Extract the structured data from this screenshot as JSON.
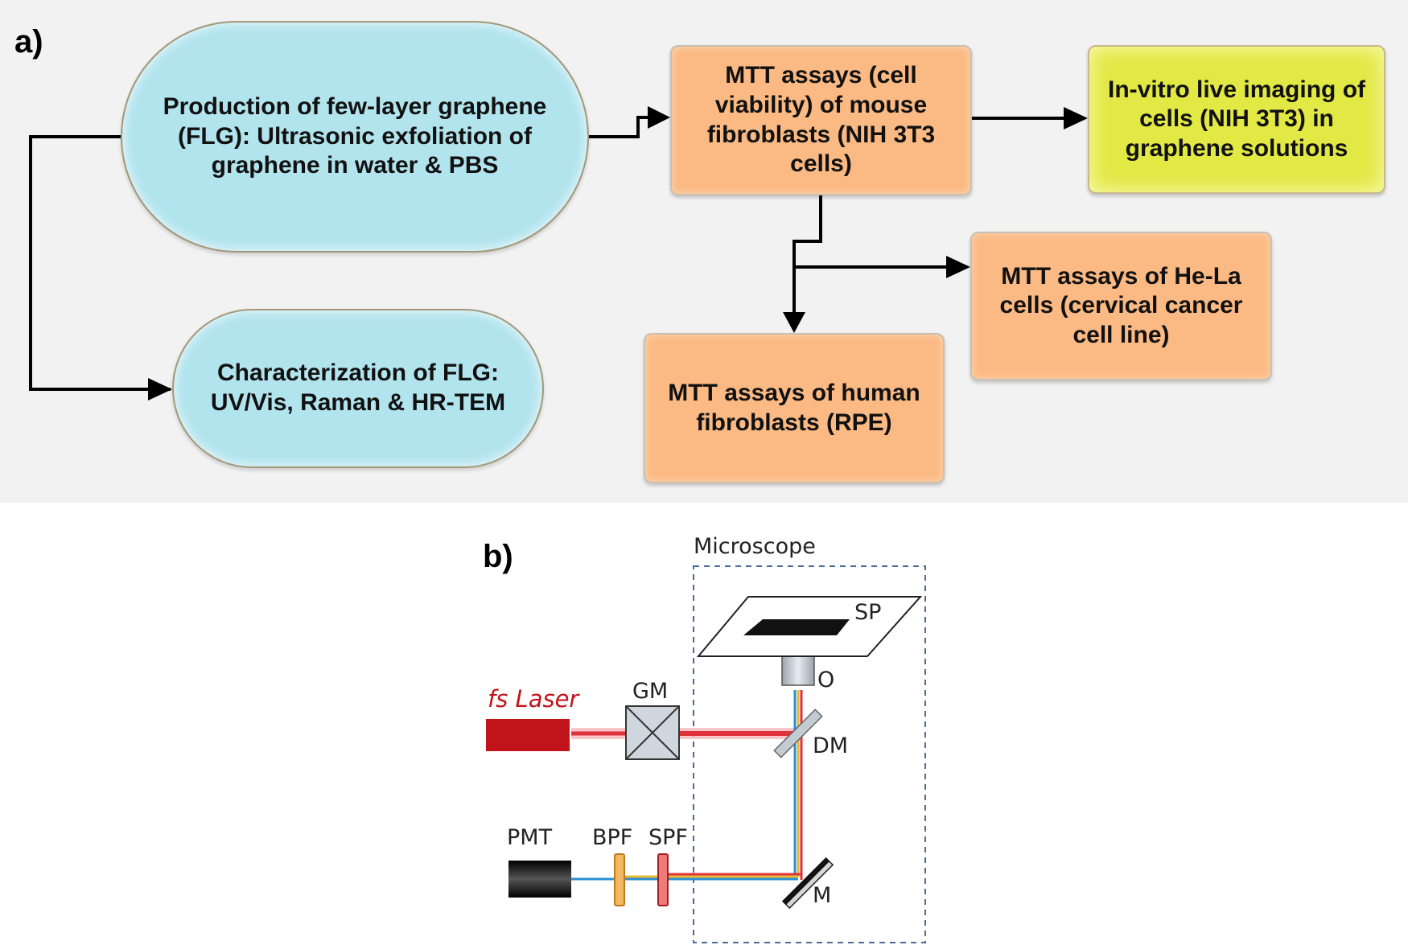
{
  "panel_a": {
    "label": "a)",
    "nodes": {
      "production": "Production of few-layer graphene (FLG): Ultrasonic exfoliation of graphene in water & PBS",
      "characterization": "Characterization of FLG: UV/Vis, Raman & HR-TEM",
      "mtt_mouse": "MTT assays (cell viability) of mouse fibroblasts (NIH 3T3 cells)",
      "live_imaging": "In-vitro live imaging of cells (NIH 3T3) in graphene solutions",
      "mtt_hela": "MTT assays of He-La cells (cervical cancer cell line)",
      "mtt_human": "MTT assays of human fibroblasts (RPE)"
    },
    "colors": {
      "pill_fill": "#b2e4ee",
      "box_fill": "#fbba84",
      "highlight_fill": "#e2e844",
      "background": "#f2f2f2"
    }
  },
  "panel_b": {
    "label": "b)",
    "microscope_title": "Microscope",
    "components": {
      "laser": "fs Laser",
      "galvo": "GM",
      "dichroic": "DM",
      "objective": "O",
      "sample_plane": "SP",
      "mirror": "M",
      "pmt": "PMT",
      "bpf": "BPF",
      "spf": "SPF"
    },
    "colors": {
      "laser": "#c0141a",
      "beam": "#e0323a",
      "emission_blue": "#2a8fd6",
      "emission_yellow": "#e8b838",
      "bpf_fill": "#f4b860",
      "spf_fill": "#ee7a7a",
      "dashed_box": "#4a6a9a"
    }
  }
}
